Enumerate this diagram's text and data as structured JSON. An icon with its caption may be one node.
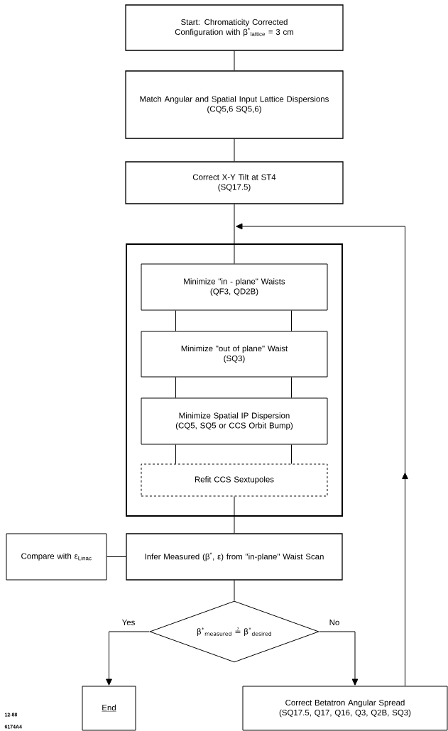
{
  "diagram": {
    "nodes": [
      {
        "text": [
          "Start: Chromaticity Corrected Configuration with β$^{*}$$_{lattice}$ = 3 cm"
        ]
      },
      {
        "text": [
          "Match Angular and Spatial Input Lattice Dispersions",
          "(CQ5,6   SQ5,6)"
        ]
      },
      {
        "text": [
          "Correct X-Y Tilt at ST4",
          "(SQ17.5)"
        ]
      },
      {
        "text": [],
        "shape": "box"
      },
      {
        "text": [
          "Minimize \"in - plane\" Waists",
          "(QF3,  QD2B)"
        ],
        "in": 3
      },
      {
        "text": [
          "Minimize \"out of plane\" Waist",
          "(SQ3)"
        ],
        "in": 3
      },
      {
        "text": [
          "Minimize Spatial IP Dispersion",
          "(CQ5, SQ5 or CCS Orbit Bump)"
        ],
        "in": 3
      },
      {
        "text": [
          "Refit CCS Sextupoles"
        ],
        "in": 3
      },
      {
        "text": [
          "Compare with ε$_{Linac}$"
        ]
      },
      {
        "text": [
          "Infer Measured (β$^{*}$, ε) from \"in-plane\" Waist Scan"
        ]
      },
      {
        "text": [
          "β$^{*}$$_{measured}$ ≟ β$^{*}$$_{desired}$"
        ]
      },
      {
        "text": [
          "End"
        ]
      },
      {
        "text": [
          "Correct Betatron Angular Spread",
          "(SQ17.5, Q17, Q16, Q3, Q2B, SQ3)"
        ]
      }
    ],
    "edges": [
      {
        "from": 0,
        "to": 1,
        "arrow": "none"
      },
      {
        "from": 1,
        "to": 2,
        "arrow": "none"
      },
      {
        "from": 2,
        "to": 3,
        "arrow": "none"
      },
      {
        "from": 3,
        "to": 4,
        "arrow": "none"
      },
      {
        "from": 4,
        "to": 5,
        "arrow": "none"
      },
      {
        "from": 4,
        "to": 5,
        "arrow": "none"
      },
      {
        "from": 5,
        "to": 6,
        "arrow": "none"
      },
      {
        "from": 5,
        "to": 6,
        "arrow": "none"
      },
      {
        "from": 6,
        "to": 7,
        "arrow": "none"
      },
      {
        "from": 6,
        "to": 7,
        "arrow": "none"
      },
      {
        "from": 7,
        "to": 9,
        "arrow": "none"
      },
      {
        "from": 8,
        "to": 9,
        "arrow": "none"
      },
      {
        "from": 9,
        "to": 10,
        "arrow": "none"
      },
      {
        "from": 10,
        "to": 11,
        "arrow": "to",
        "label": "Yes"
      },
      {
        "from": 10,
        "to": 12,
        "arrow": "to",
        "label": "No"
      },
      {
        "from": 12,
        "to": 3,
        "arrow": "to"
      }
    ],
    "labels": [
      "12-88",
      "6174A4"
    ]
  }
}
